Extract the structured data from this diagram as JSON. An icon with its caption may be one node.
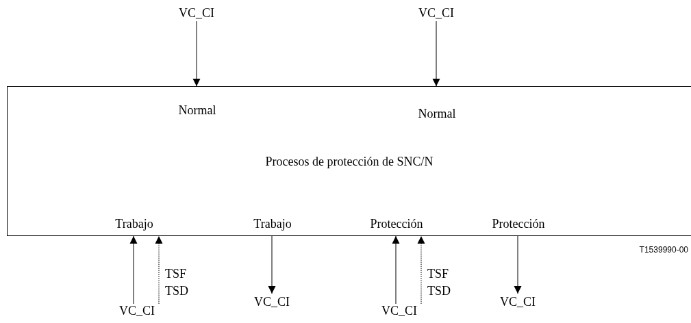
{
  "diagram": {
    "nodes": [
      {
        "text": [
          "VC_CI"
        ]
      },
      {
        "text": [
          "VC_CI"
        ]
      },
      {
        "text": [
          "Procesos de protección de SNC/N"
        ]
      },
      {
        "text": [
          "Normal"
        ],
        "in": 2
      },
      {
        "text": [
          "Normal"
        ],
        "in": 2
      },
      {
        "text": [
          "Trabajo"
        ],
        "in": 2
      },
      {
        "text": [
          "Trabajo"
        ],
        "in": 2
      },
      {
        "text": [
          "Protección"
        ],
        "in": 2
      },
      {
        "text": [
          "Protección"
        ],
        "in": 2
      },
      {
        "text": [
          "VC_CI"
        ]
      },
      {
        "text": [
          "VC_CI"
        ]
      },
      {
        "text": [
          "VC_CI"
        ]
      },
      {
        "text": [
          "VC_CI"
        ]
      }
    ],
    "edges": [
      {
        "from": 0,
        "to": 3,
        "arrow": "to"
      },
      {
        "from": 1,
        "to": 4,
        "arrow": "to"
      },
      {
        "from": 9,
        "to": 5,
        "arrow": "to"
      },
      {
        "from": 9,
        "to": 5,
        "arrow": "to",
        "style": "dashed",
        "label": "TSF TSD"
      },
      {
        "from": 6,
        "to": 10,
        "arrow": "to"
      },
      {
        "from": 11,
        "to": 7,
        "arrow": "to"
      },
      {
        "from": 11,
        "to": 7,
        "arrow": "to",
        "style": "dashed",
        "label": "TSF TSD"
      },
      {
        "from": 8,
        "to": 12,
        "arrow": "to"
      }
    ],
    "labels": [
      "T1539990-00"
    ]
  }
}
